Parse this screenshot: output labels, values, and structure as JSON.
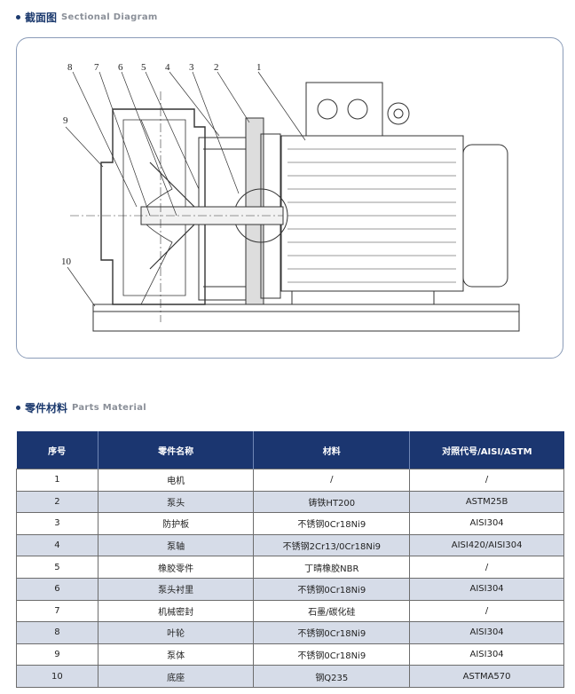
{
  "section1": {
    "title_zh": "截面图",
    "title_en": "Sectional Diagram"
  },
  "diagram": {
    "callouts": [
      "1",
      "2",
      "3",
      "4",
      "5",
      "6",
      "7",
      "8",
      "9",
      "10"
    ]
  },
  "section2": {
    "title_zh": "零件材料",
    "title_en": "Parts Material"
  },
  "table": {
    "headers": [
      "序号",
      "零件名称",
      "材料",
      "对照代号/AISI/ASTM"
    ],
    "rows": [
      [
        "1",
        "电机",
        "/",
        "/"
      ],
      [
        "2",
        "泵头",
        "铸铁HT200",
        "ASTM25B"
      ],
      [
        "3",
        "防护板",
        "不锈钢0Cr18Ni9",
        "AISI304"
      ],
      [
        "4",
        "泵轴",
        "不锈钢2Cr13/0Cr18Ni9",
        "AISI420/AISI304"
      ],
      [
        "5",
        "橡胶零件",
        "丁晴橡胶NBR",
        "/"
      ],
      [
        "6",
        "泵头衬里",
        "不锈钢0Cr18Ni9",
        "AISI304"
      ],
      [
        "7",
        "机械密封",
        "石墨/碳化硅",
        "/"
      ],
      [
        "8",
        "叶轮",
        "不锈钢0Cr18Ni9",
        "AISI304"
      ],
      [
        "9",
        "泵体",
        "不锈钢0Cr18Ni9",
        "AISI304"
      ],
      [
        "10",
        "底座",
        "钢Q235",
        "ASTMA570"
      ]
    ]
  }
}
